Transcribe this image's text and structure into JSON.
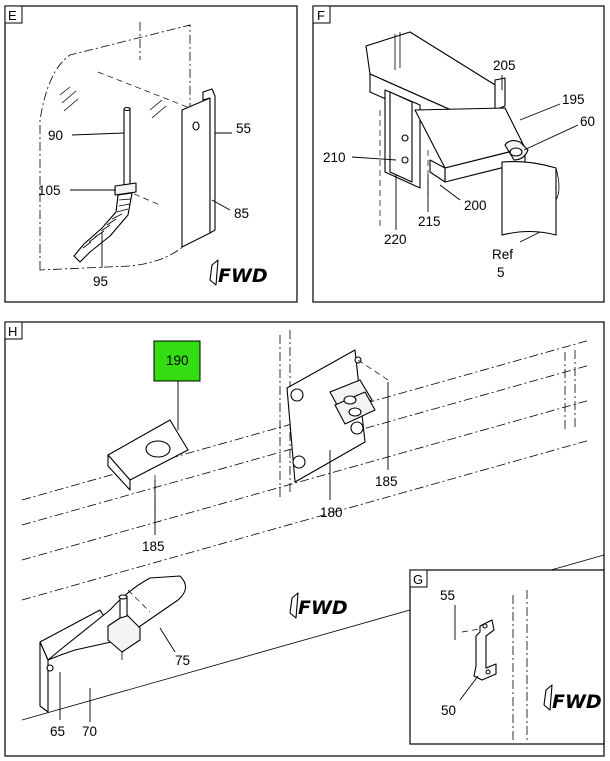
{
  "colors": {
    "highlight": "#33dd11",
    "line": "#000000",
    "background": "#ffffff"
  },
  "panels": {
    "E": {
      "tag": "E",
      "fwd": "FWD",
      "callouts": {
        "c90": "90",
        "c55": "55",
        "c105": "105",
        "c85": "85",
        "c95": "95"
      }
    },
    "F": {
      "tag": "F",
      "callouts": {
        "c205": "205",
        "c195": "195",
        "c60": "60",
        "c210": "210",
        "c200": "200",
        "c215": "215",
        "c220": "220",
        "ref": "Ref",
        "ref5": "5"
      }
    },
    "H": {
      "tag": "H",
      "fwd": "FWD",
      "callouts": {
        "c190": "190",
        "c185a": "185",
        "c185b": "185",
        "c180": "180",
        "c75": "75",
        "c65": "65",
        "c70": "70"
      }
    },
    "G": {
      "tag": "G",
      "fwd": "FWD",
      "callouts": {
        "c55": "55",
        "c50": "50"
      }
    }
  }
}
